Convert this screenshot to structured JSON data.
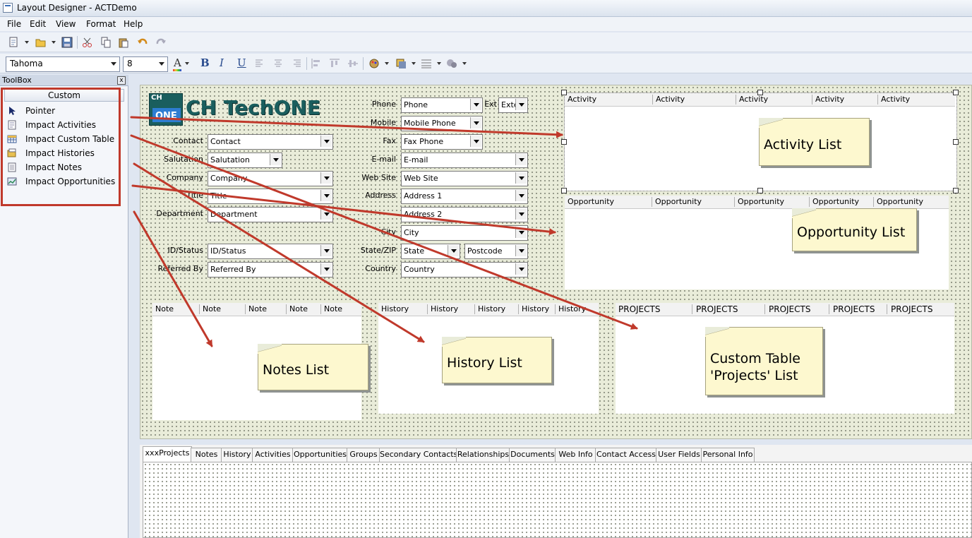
{
  "window": {
    "title": "Layout Designer - ACTDemo"
  },
  "menu": [
    "File",
    "Edit",
    "View",
    "Format",
    "Help"
  ],
  "format_toolbar": {
    "font": "Tahoma",
    "size": "8",
    "bold": "B",
    "italic": "I",
    "underline": "U",
    "font_color_glyph": "A"
  },
  "toolbox": {
    "title": "ToolBox",
    "close": "x",
    "tab": "Custom",
    "items": [
      {
        "label": "Pointer",
        "icon": "pointer-icon"
      },
      {
        "label": "Impact Activities",
        "icon": "activities-icon"
      },
      {
        "label": "Impact Custom Table",
        "icon": "table-icon"
      },
      {
        "label": "Impact Histories",
        "icon": "histories-icon"
      },
      {
        "label": "Impact Notes",
        "icon": "notes-icon"
      },
      {
        "label": "Impact Opportunities",
        "icon": "opportunities-icon"
      }
    ]
  },
  "logo": {
    "mark_top": "CH",
    "mark_bottom": "ONE",
    "text": "CH TechONE"
  },
  "fields_left": [
    {
      "label": "Contact",
      "value": "Contact"
    },
    {
      "label": "Salutation",
      "value": "Salutation"
    },
    {
      "label": "Company",
      "value": "Company"
    },
    {
      "label": "Title",
      "value": "Title"
    },
    {
      "label": "Department",
      "value": "Department"
    },
    {
      "label": "ID/Status",
      "value": "ID/Status"
    },
    {
      "label": "Referred By",
      "value": "Referred By"
    }
  ],
  "fields_right": [
    {
      "label": "Phone",
      "value": "Phone"
    },
    {
      "label": "Ext",
      "value": "Exte"
    },
    {
      "label": "Mobile",
      "value": "Mobile Phone"
    },
    {
      "label": "Fax",
      "value": "Fax Phone"
    },
    {
      "label": "E-mail",
      "value": "E-mail"
    },
    {
      "label": "Web Site",
      "value": "Web Site"
    },
    {
      "label": "Address",
      "value": "Address 1"
    },
    {
      "label": "",
      "value": "Address 2"
    },
    {
      "label": "City",
      "value": "City"
    },
    {
      "label": "State/ZIP",
      "value": "State"
    },
    {
      "label": "",
      "value": "Postcode"
    },
    {
      "label": "Country",
      "value": "Country"
    }
  ],
  "grids": {
    "activity": {
      "columns": [
        "Activity",
        "Activity",
        "Activity",
        "Activity",
        "Activity"
      ]
    },
    "opportunity": {
      "columns": [
        "Opportunity",
        "Opportunity",
        "Opportunity",
        "Opportunity",
        "Opportunity"
      ]
    },
    "notes": {
      "columns": [
        "Note",
        "Note",
        "Note",
        "Note",
        "Note"
      ]
    },
    "history": {
      "columns": [
        "History",
        "History",
        "History",
        "History",
        "History"
      ]
    },
    "projects": {
      "columns": [
        "PROJECTS",
        "PROJECTS",
        "PROJECTS",
        "PROJECTS",
        "PROJECTS"
      ]
    }
  },
  "callouts": {
    "activity": "Activity List",
    "opportunity": "Opportunity List",
    "notes": "Notes List",
    "history": "History List",
    "projects_line1": "Custom Table",
    "projects_line2": "'Projects' List"
  },
  "tabs": [
    "xxxProjects",
    "Notes",
    "History",
    "Activities",
    "Opportunities",
    "Groups",
    "Secondary Contacts",
    "Relationships",
    "Documents",
    "Web Info",
    "Contact Access",
    "User Fields",
    "Personal Info"
  ],
  "active_tab": "xxxProjects",
  "colors": {
    "arrow": "#c0392b",
    "highlight": "#c0392b",
    "note_bg": "#fdf8cf",
    "logo_teal": "#1a5e5e"
  }
}
